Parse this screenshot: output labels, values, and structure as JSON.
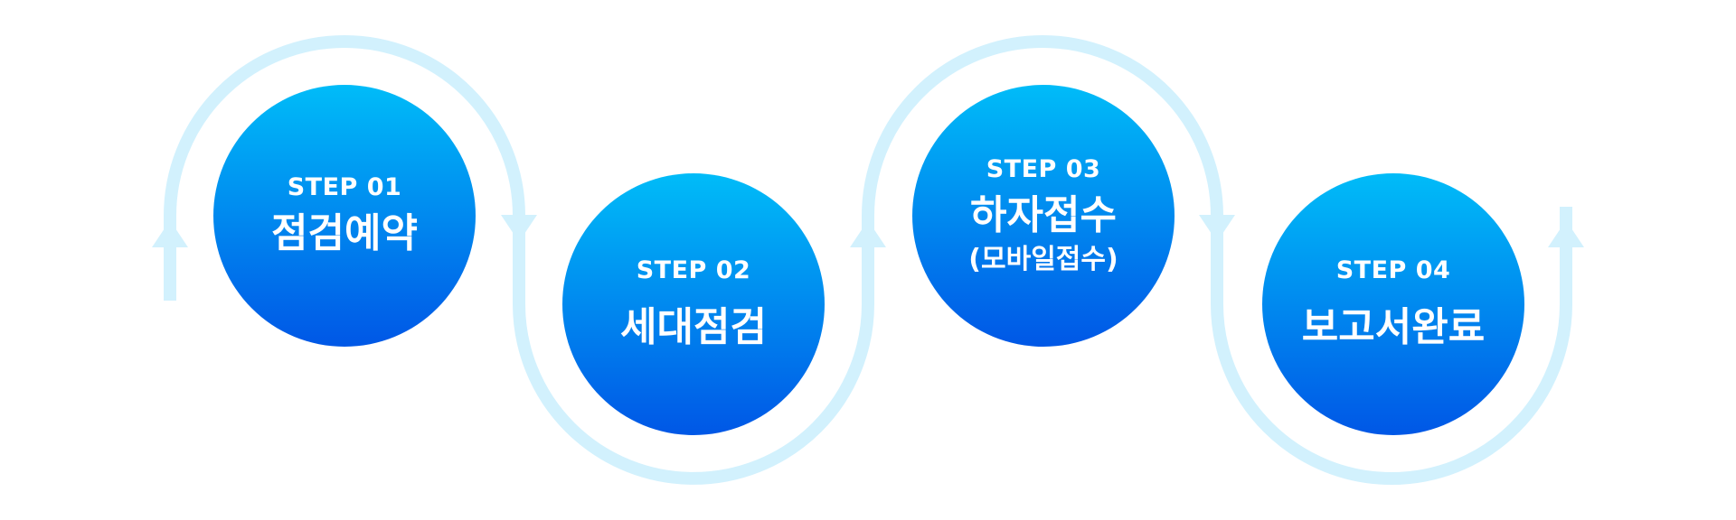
{
  "colors": {
    "connector": "#d2f1fd",
    "circle_top": "#00bcf8",
    "circle_bottom": "#0057e6",
    "text": "#ffffff"
  },
  "steps": [
    {
      "label": "STEP 01",
      "title": "점검예약",
      "subtitle": ""
    },
    {
      "label": "STEP 02",
      "title": "세대점검",
      "subtitle": ""
    },
    {
      "label": "STEP 03",
      "title": "하자접수",
      "subtitle": "(모바일접수)"
    },
    {
      "label": "STEP 04",
      "title": "보고서완료",
      "subtitle": ""
    }
  ]
}
